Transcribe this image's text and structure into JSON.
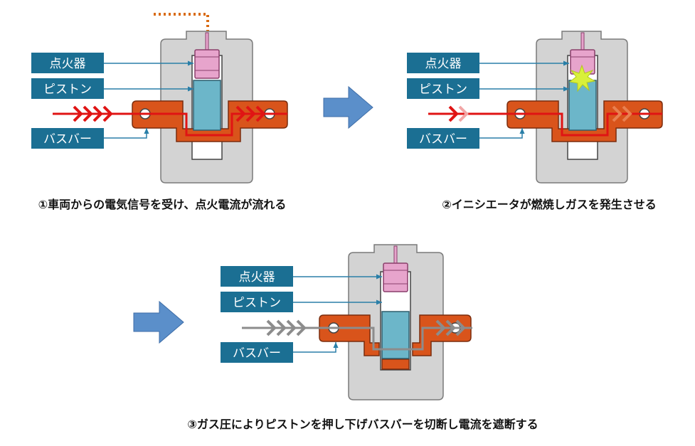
{
  "labels": {
    "igniter": "点火器",
    "piston": "ピストン",
    "busbar": "バスバー"
  },
  "captions": {
    "step1": "①車両からの電気信号を受け、点火電流が流れる",
    "step2": "②イニシエータが燃焼しガスを発生させる",
    "step3": "③ガス圧によりピストンを押し下げバスバーを切断し電流を遮断する"
  },
  "colors": {
    "label_bg": "#1b6f93",
    "housing": "#d3d3d3",
    "busbar": "#d9541b",
    "piston": "#6cb6c9",
    "igniter": "#e7a4cc",
    "current_on": "#e01414",
    "current_off": "#8c8c8c",
    "signal": "#d96b12",
    "arrow": "#5b8fca",
    "spark": "#d9f03a"
  }
}
